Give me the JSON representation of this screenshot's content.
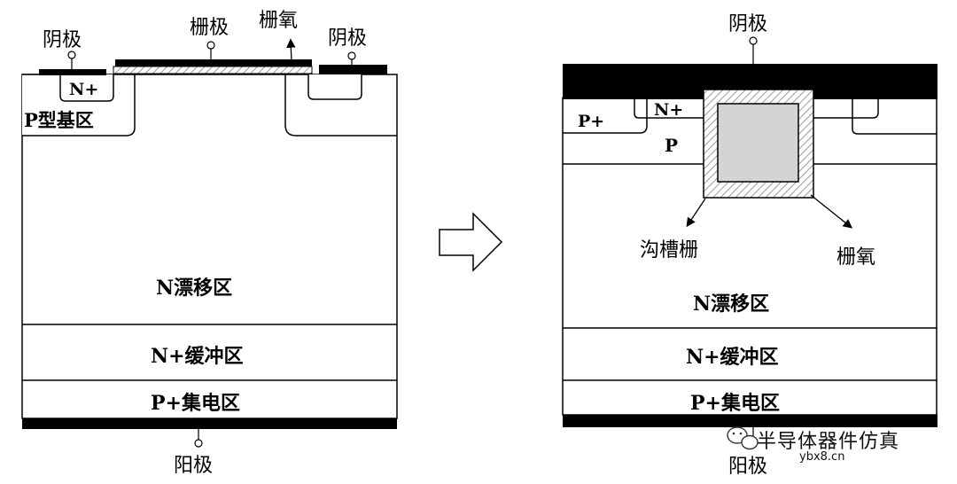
{
  "left": {
    "emitter_left": "阴极",
    "gate": "栅极",
    "gate_oxide": "栅氧",
    "emitter_right": "阴极",
    "n_plus": "N+",
    "p_base": "P型基区",
    "n_drift": "N漂移区",
    "n_buffer": "N+缓冲区",
    "p_collector": "P+集电区",
    "anode": "阳极"
  },
  "right": {
    "cathode": "阴极",
    "p_plus": "P+",
    "n_plus": "N+",
    "p": "P",
    "trench_gate": "沟槽栅",
    "gate_oxide": "栅氧",
    "n_drift": "N漂移区",
    "n_buffer": "N+缓冲区",
    "p_collector": "P+集电区",
    "anode": "阳极"
  },
  "watermark": {
    "name": "半导体器件仿真",
    "url": "ybx8.cn",
    "icon": "wechat-icon"
  }
}
